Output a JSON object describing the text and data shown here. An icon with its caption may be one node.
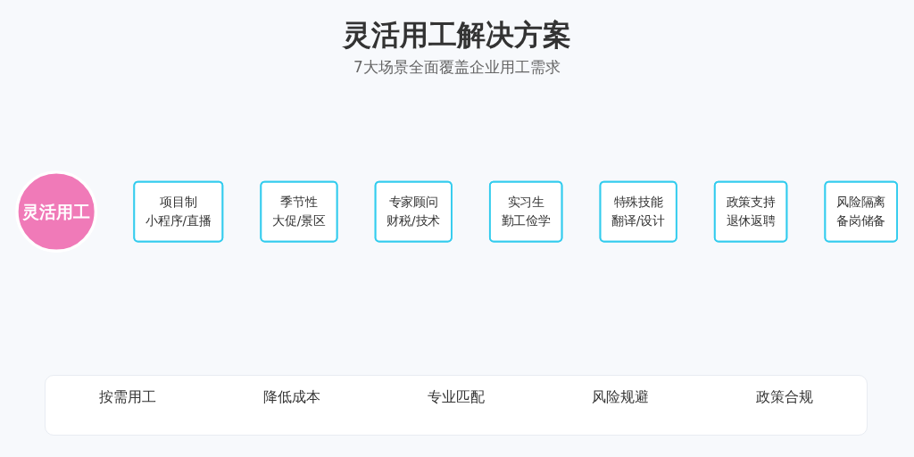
{
  "diagram": {
    "title": "灵活用工解决方案",
    "caption": "7大场景全面覆盖企业用工需求",
    "nodes": [
      {
        "text": [
          "灵活用工"
        ]
      },
      {
        "text": [
          "项目制",
          "小程序/直播"
        ]
      },
      {
        "text": [
          "季节性",
          "大促/景区"
        ]
      },
      {
        "text": [
          "专家顾问",
          "财税/技术"
        ]
      },
      {
        "text": [
          "实习生",
          "勤工俭学"
        ]
      },
      {
        "text": [
          "特殊技能",
          "翻译/设计"
        ]
      },
      {
        "text": [
          "政策支持",
          "退休返聘"
        ]
      },
      {
        "text": [
          "风险隔离",
          "备岗储备"
        ]
      }
    ],
    "edges": [],
    "labels": [
      "按需用工",
      "降低成本",
      "专业匹配",
      "风险规避",
      "政策合规"
    ]
  }
}
